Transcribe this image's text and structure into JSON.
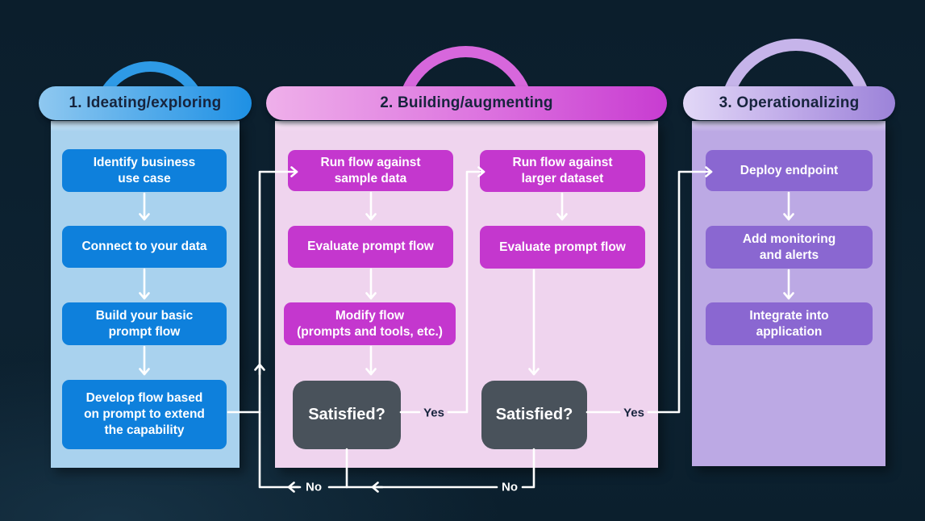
{
  "phases": [
    {
      "label": "1. Ideating/exploring",
      "steps": [
        "Identify business\nuse case",
        "Connect to your data",
        "Build your basic\nprompt flow",
        "Develop flow based\non prompt to extend\nthe capability"
      ]
    },
    {
      "label": "2. Building/augmenting",
      "columns": [
        {
          "steps": [
            "Run flow against\nsample data",
            "Evaluate prompt flow",
            "Modify flow\n(prompts and tools, etc.)"
          ],
          "decision": "Satisfied?",
          "yes_label": "Yes",
          "no_label": "No"
        },
        {
          "steps": [
            "Run flow against\nlarger dataset",
            "Evaluate prompt flow"
          ],
          "decision": "Satisfied?",
          "yes_label": "Yes",
          "no_label": "No"
        }
      ]
    },
    {
      "label": "3. Operationalizing",
      "steps": [
        "Deploy endpoint",
        "Add monitoring\nand alerts",
        "Integrate into\napplication"
      ]
    }
  ],
  "colors": {
    "background": "#0C2130",
    "connector": "#FFFFFF",
    "decision_box": "#49525B",
    "header_text": "#17243D",
    "phase1_accent": "#0E80DC",
    "phase1_panel": "#A9D2EE",
    "phase1_pill_from": "#8FC8F0",
    "phase1_pill_to": "#1E90E4",
    "phase2_accent": "#C437CE",
    "phase2_panel": "#EFD4EE",
    "phase2_pill_from": "#EFB0EA",
    "phase2_pill_to": "#C83CD1",
    "phase3_accent": "#8A67D1",
    "phase3_panel": "#BCA9E4",
    "phase3_pill_from": "#E2D8F7",
    "phase3_pill_to": "#9C83D9"
  }
}
